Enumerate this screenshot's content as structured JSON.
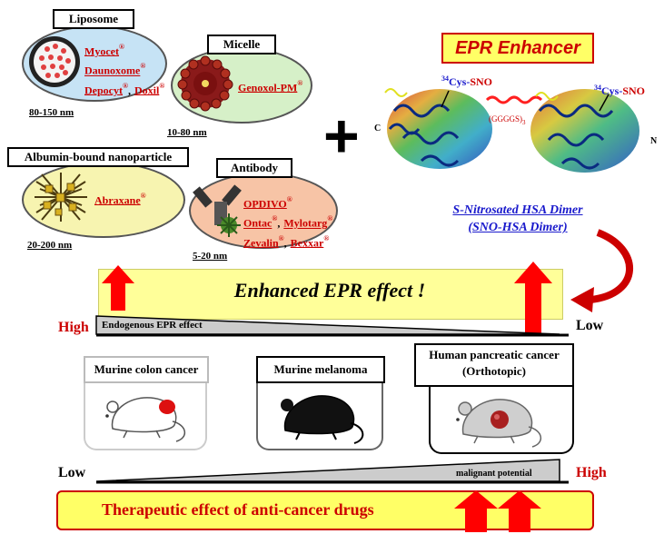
{
  "carriers": {
    "liposome": {
      "title": "Liposome",
      "drugs_line1": "Myocet",
      "drugs_line2": "Daunoxome",
      "drugs_line3a": "Depocyt",
      "drugs_line3b": "Doxil",
      "size": "80-150 nm"
    },
    "micelle": {
      "title": "Micelle",
      "drug": "Genoxol-PM",
      "size": "10-80 nm"
    },
    "albumin": {
      "title": "Albumin-bound nanoparticle",
      "drug": "Abraxane",
      "size": "20-200 nm"
    },
    "antibody": {
      "title": "Antibody",
      "drugs_line1": "OPDIVO",
      "drugs_line2a": "Ontac",
      "drugs_line2b": "Mylotarg",
      "drugs_line3a": "Zevalin",
      "drugs_line3b": "Bexxar",
      "size": "5-20 nm"
    },
    "reg": "®",
    "comma": ","
  },
  "plus": "+",
  "enhancer": {
    "title": "EPR Enhancer",
    "cys_left_sup": "34",
    "cys_left": "Cys-",
    "sno_left": "SNO",
    "cys_right_sup": "34",
    "cys_right": "Cys-",
    "sno_right": "SNO",
    "linker": "(GGGGS)",
    "linker_sub": "3",
    "c_label": "C",
    "n_label": "N",
    "name_line1": "S-Nitrosated HSA Dimer",
    "name_line2": "(SNO-HSA Dimer)"
  },
  "epr": {
    "banner": "Enhanced EPR effect !",
    "endogenous": "Endogenous EPR effect",
    "high": "High",
    "low": "Low"
  },
  "models": {
    "colon": "Murine colon cancer",
    "melanoma": "Murine melanoma",
    "pancreatic_line1": "Human pancreatic cancer",
    "pancreatic_line2": "(Orthotopic)"
  },
  "malignancy": {
    "low": "Low",
    "high": "High",
    "label": "malignant potential"
  },
  "therapeutic": "Therapeutic effect of anti-cancer drugs",
  "colors": {
    "red": "#cc0000",
    "arrow_red": "#ff0000",
    "banner_yellow": "#ffff99",
    "blue_link": "#1a1acc"
  }
}
